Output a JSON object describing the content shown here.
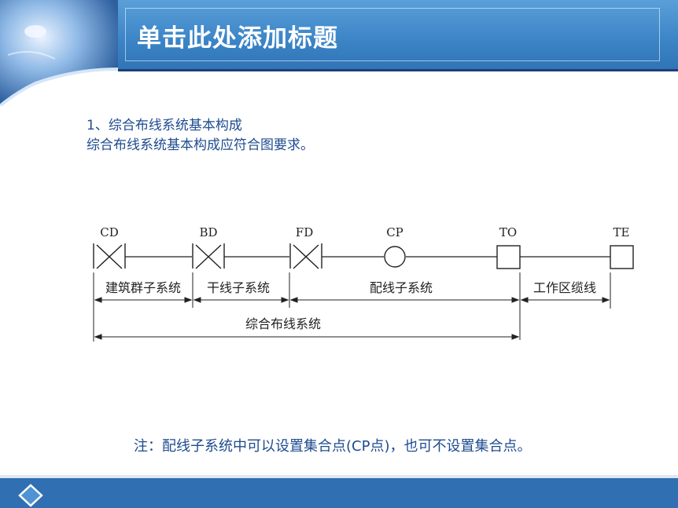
{
  "slide": {
    "title": "单击此处添加标题",
    "line1": "1、综合布线系统基本构成",
    "line2": "综合布线系统基本构成应符合图要求。",
    "note": "注：配线子系统中可以设置集合点(CP点)，也可不设置集合点。"
  },
  "diagram": {
    "nodes": [
      {
        "label": "CD",
        "shape": "cross-box"
      },
      {
        "label": "BD",
        "shape": "cross-box"
      },
      {
        "label": "FD",
        "shape": "cross-box"
      },
      {
        "label": "CP",
        "shape": "circle"
      },
      {
        "label": "TO",
        "shape": "square"
      },
      {
        "label": "TE",
        "shape": "square"
      }
    ],
    "spans": [
      {
        "label": "建筑群子系统"
      },
      {
        "label": "干线子系统"
      },
      {
        "label": "配线子系统"
      },
      {
        "label": "工作区缆线"
      }
    ],
    "total_span": {
      "label": "综合布线系统"
    }
  },
  "colors": {
    "header": "#3d86c8",
    "header_line": "#1c3f73",
    "text": "#1d4b8f",
    "footer": "#2f6fb2",
    "diagram_ink": "#222222"
  }
}
